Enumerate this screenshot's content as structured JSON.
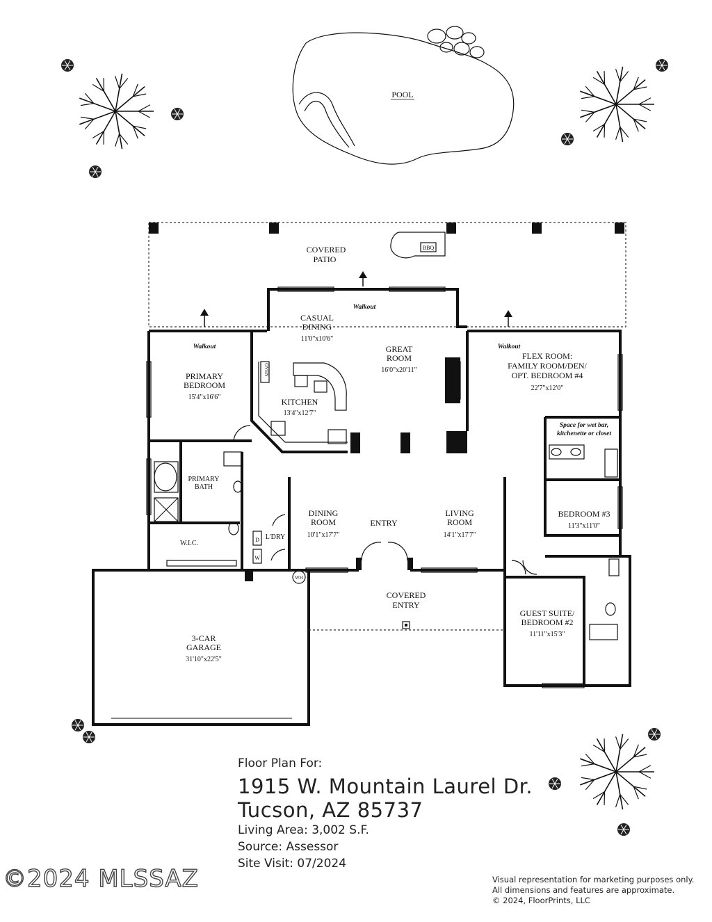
{
  "rooms": {
    "pool": "POOL",
    "covered_patio": [
      "COVERED",
      "PATIO"
    ],
    "bbq": "BBQ",
    "walkout": "Walkout",
    "casual_dining": [
      "CASUAL",
      "DINING",
      "11'0\"x10'6\""
    ],
    "great_room": [
      "GREAT",
      "ROOM",
      "16'0\"x20'11\""
    ],
    "primary_bedroom": [
      "PRIMARY",
      "BEDROOM",
      "15'4\"x16'6\""
    ],
    "kitchen": [
      "KITCHEN",
      "13'4\"x12'7\""
    ],
    "oven": "OVEN",
    "flex_room": [
      "FLEX ROOM:",
      "FAMILY ROOM/DEN/",
      "OPT. BEDROOM #4",
      "22'7\"x12'0\""
    ],
    "wet_bar_note": [
      "Space for wet bar,",
      "kitchenette or closet"
    ],
    "primary_bath": [
      "PRIMARY",
      "BATH"
    ],
    "wic": "W.I.C.",
    "dining_room": [
      "DINING",
      "ROOM",
      "10'1\"x17'7\""
    ],
    "entry": "ENTRY",
    "living_room": [
      "LIVING",
      "ROOM",
      "14'1\"x17'7\""
    ],
    "bedroom3": [
      "BEDROOM #3",
      "11'3\"x11'0\""
    ],
    "laundry": "L'DRY",
    "dryer": "D",
    "washer": "W",
    "water_heater": "WH",
    "covered_entry": [
      "COVERED",
      "ENTRY"
    ],
    "guest_suite": [
      "GUEST SUITE/",
      "BEDROOM #2",
      "11'11\"x15'3\""
    ],
    "garage": [
      "3-CAR",
      "GARAGE",
      "31'10\"x22'5\""
    ]
  },
  "info": {
    "floor_plan_for": "Floor Plan For:",
    "address_line1": "1915 W. Mountain Laurel Dr.",
    "address_line2": "Tucson, AZ  85737",
    "living_area": "Living Area:  3,002 S.F.",
    "source": "Source:  Assessor",
    "site_visit": "Site Visit:  07/2024"
  },
  "disclaimer": {
    "line1": "Visual representation for marketing purposes only.",
    "line2": "All dimensions and features are approximate.",
    "line3": "© 2024, FloorPrints, LLC"
  },
  "watermark": "©2024 MLSSAZ"
}
